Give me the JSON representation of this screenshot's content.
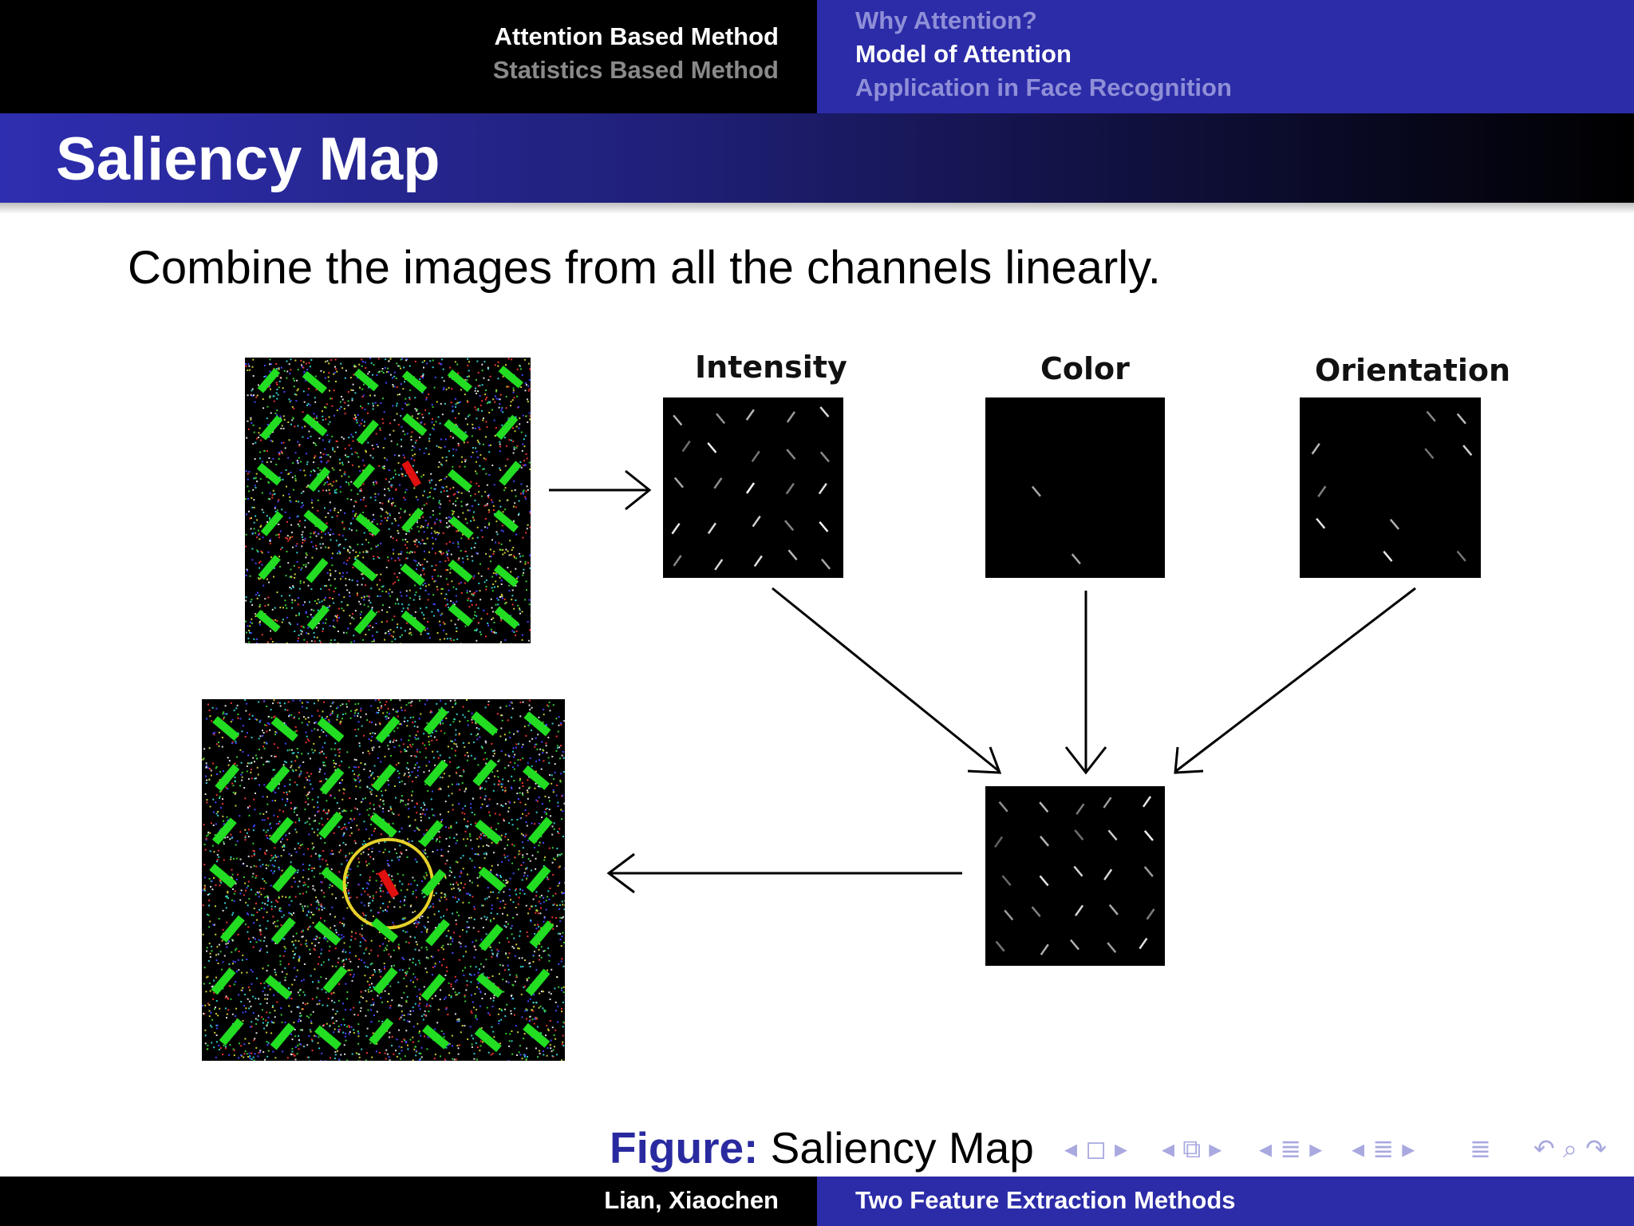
{
  "header": {
    "sections": [
      "Attention Based Method",
      "Statistics Based Method"
    ],
    "subsections": [
      "Why Attention?",
      "Model of Attention",
      "Application in Face Recognition"
    ]
  },
  "slide": {
    "title": "Saliency Map",
    "body": "Combine the images from all the channels linearly."
  },
  "figure": {
    "labels": {
      "intensity": "Intensity",
      "color": "Color",
      "orientation": "Orientation"
    },
    "caption_prefix": "Figure:",
    "caption_text": "Saliency Map"
  },
  "footer": {
    "author": "Lian, Xiaochen",
    "title": "Two Feature Extraction Methods"
  },
  "colors": {
    "nav_blue": "#2c2ca8",
    "green_bar": "#22dd22",
    "target_red": "#e01010",
    "circle": "#e6d12a"
  }
}
